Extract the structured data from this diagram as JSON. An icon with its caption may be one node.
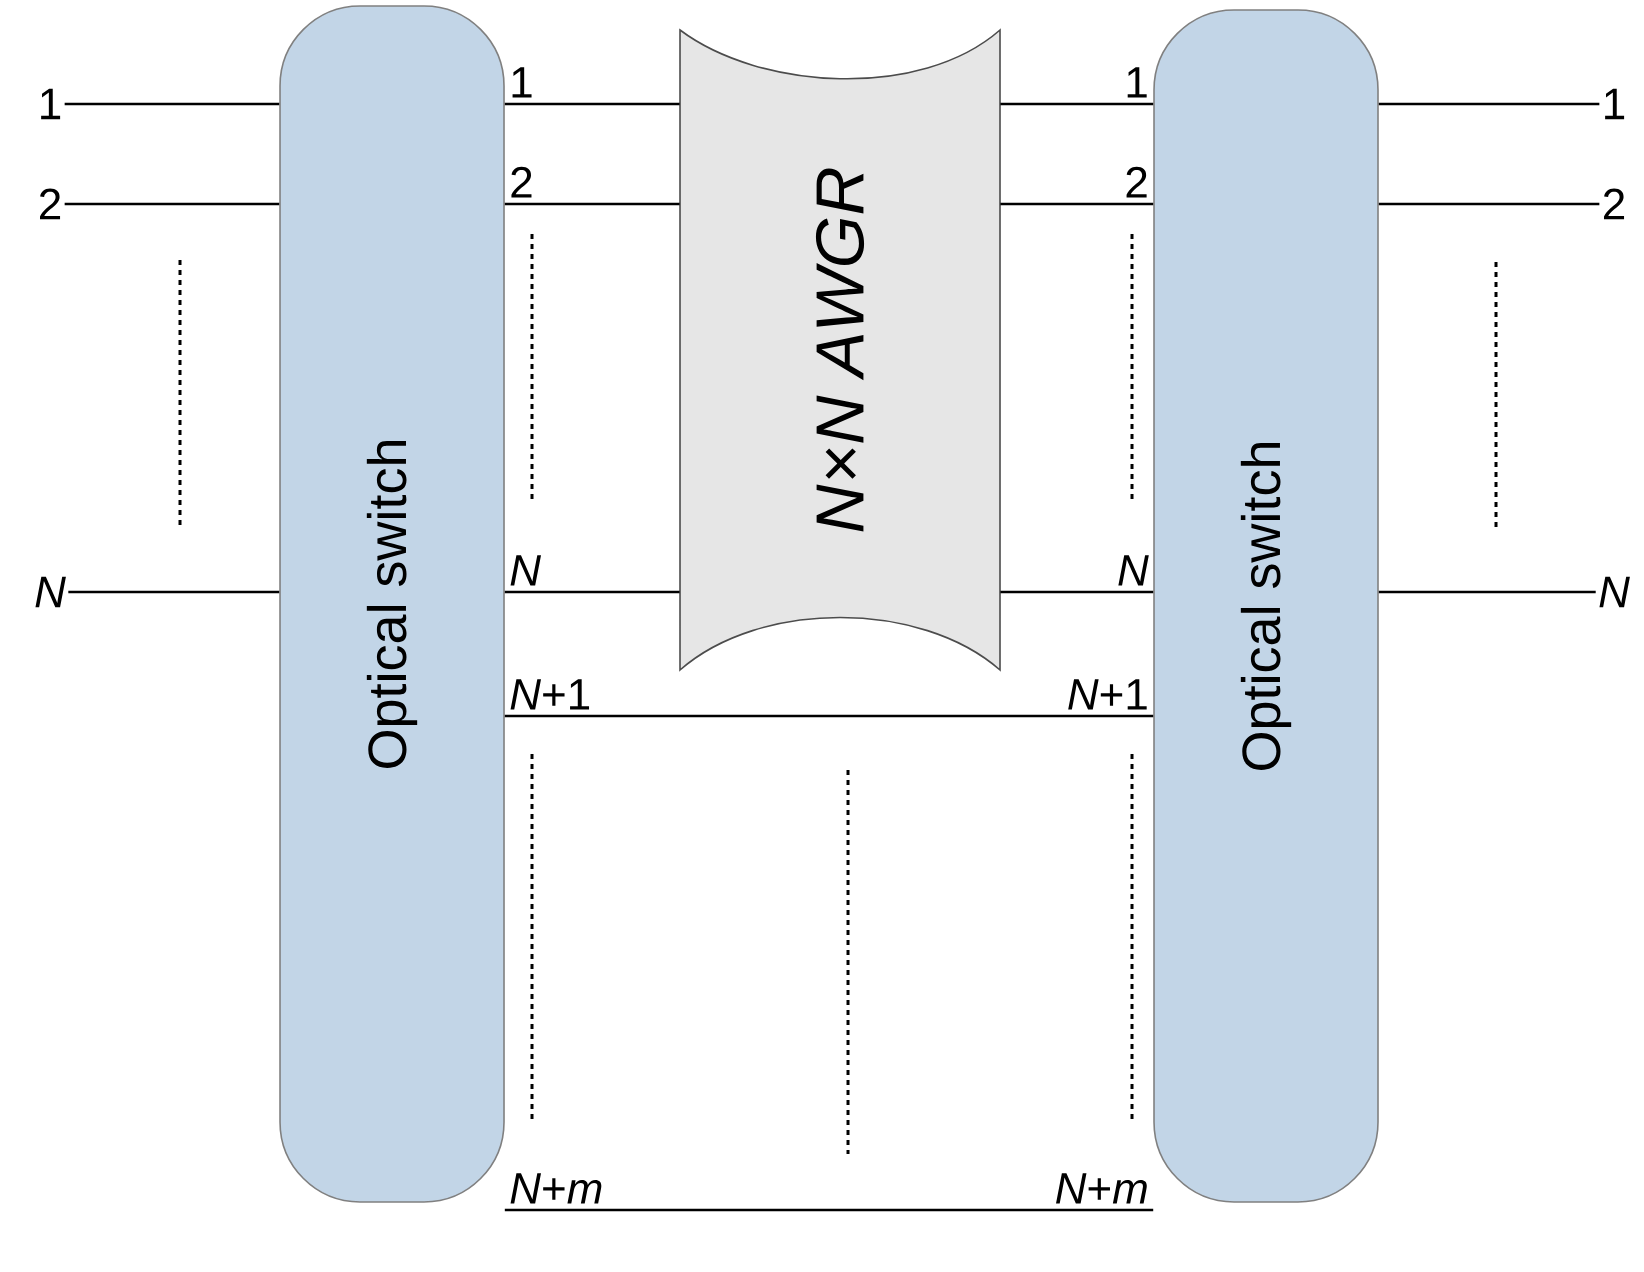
{
  "diagram": {
    "nodes": [
      {
        "text": [
          "1"
        ]
      },
      {
        "text": [
          "2"
        ]
      },
      {
        "text": [
          "*N*"
        ]
      },
      {
        "text": [
          "Optical switch"
        ]
      },
      {
        "text": [
          "N×N AWGR"
        ]
      },
      {
        "text": [
          "Optical switch"
        ]
      },
      {
        "text": [
          "1"
        ]
      },
      {
        "text": [
          "2"
        ]
      },
      {
        "text": [
          "*N*"
        ]
      }
    ],
    "edges": [
      {
        "from": 0,
        "to": 3,
        "arrow": "none"
      },
      {
        "from": 1,
        "to": 3,
        "arrow": "none"
      },
      {
        "from": 2,
        "to": 3,
        "arrow": "none"
      },
      {
        "from": 3,
        "to": 4,
        "arrow": "none",
        "label": "1"
      },
      {
        "from": 3,
        "to": 4,
        "arrow": "none",
        "label": "2"
      },
      {
        "from": 3,
        "to": 4,
        "arrow": "none",
        "label": "*N*"
      },
      {
        "from": 4,
        "to": 5,
        "arrow": "none",
        "label": "1"
      },
      {
        "from": 4,
        "to": 5,
        "arrow": "none",
        "label": "2"
      },
      {
        "from": 4,
        "to": 5,
        "arrow": "none",
        "label": "*N*"
      },
      {
        "from": 3,
        "to": 5,
        "arrow": "none",
        "label": "*N*+1"
      },
      {
        "from": 3,
        "to": 5,
        "arrow": "none",
        "label": "*N*+*m*"
      },
      {
        "from": 5,
        "to": 6,
        "arrow": "none"
      },
      {
        "from": 5,
        "to": 7,
        "arrow": "none"
      },
      {
        "from": 5,
        "to": 8,
        "arrow": "none"
      }
    ],
    "labels": [
      "*N*+1",
      "*N*+*m*"
    ]
  }
}
